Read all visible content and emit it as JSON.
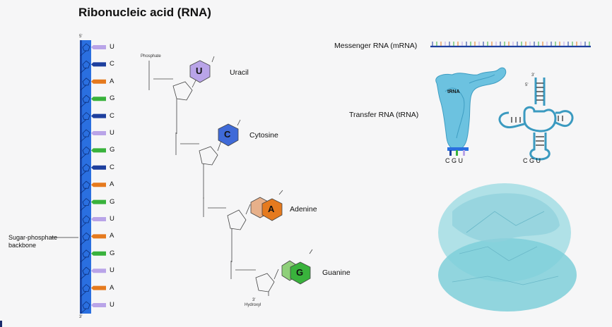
{
  "title": "Ribonucleic acid (RNA)",
  "strand": {
    "five_prime": "5'",
    "three_prime": "3'",
    "bases": [
      "U",
      "C",
      "A",
      "G",
      "C",
      "U",
      "G",
      "C",
      "A",
      "G",
      "U",
      "A",
      "G",
      "U",
      "A",
      "U"
    ],
    "backbone_label": "Sugar-phosphate backbone",
    "backbone_label_line1": "Sugar-phosphate",
    "backbone_label_line2": "backbone"
  },
  "colors": {
    "U": "#b9a4e8",
    "C": "#1d3f9e",
    "A": "#e57a1e",
    "G": "#39b23c",
    "backbone": "#2a6fe0",
    "trna": "#5fb7d6"
  },
  "structure": {
    "phosphate_label": "Phosphate",
    "hydroxyl_label": "Hydroxyl",
    "three_prime": "3'",
    "bases": [
      {
        "letter": "U",
        "name": "Uracil"
      },
      {
        "letter": "C",
        "name": "Cytosine"
      },
      {
        "letter": "A",
        "name": "Adenine"
      },
      {
        "letter": "G",
        "name": "Guanine"
      }
    ]
  },
  "mrna": {
    "label": "Messenger RNA (mRNA)"
  },
  "trna": {
    "label": "Transfer RNA (tRNA)",
    "model_label": "tRNA",
    "anticodon_left": "C G U",
    "anticodon_right": "C G U",
    "five_prime": "5'",
    "three_prime": "3'"
  }
}
